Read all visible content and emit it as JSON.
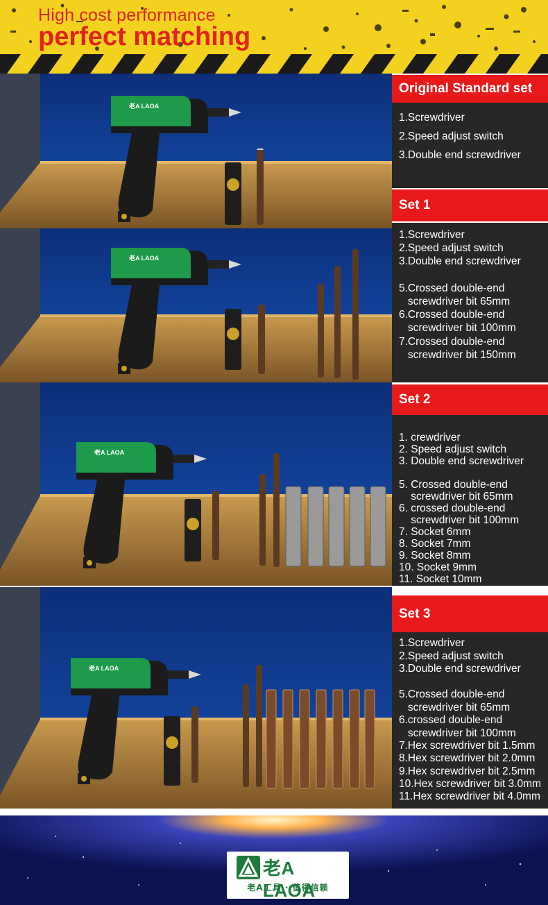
{
  "header": {
    "title_line1": "High cost performance",
    "title_line2": "perfect matching"
  },
  "colors": {
    "accent_red": "#e8191b",
    "banner_yellow": "#f3d21f",
    "panel_dark": "#272727",
    "tool_green": "#1d9a4a"
  },
  "sets": [
    {
      "title": "Original Standard set",
      "items": [
        "1.Screwdriver",
        "2.Speed adjust switch",
        "3.Double end screwdriver"
      ]
    },
    {
      "title": "Set 1",
      "items": [
        "1.Screwdriver",
        "2.Speed adjust switch",
        "3.Double end screwdriver",
        "5.Crossed double-end",
        "   screwdriver bit 65mm",
        "6.Crossed double-end",
        "   screwdriver bit 100mm",
        "7.Crossed double-end",
        "   screwdriver bit 150mm"
      ]
    },
    {
      "title": "Set 2",
      "items": [
        "1. crewdriver",
        "2. Speed adjust switch",
        "3. Double end screwdriver",
        "5. Crossed double-end",
        "    screwdriver bit 65mm",
        "6. crossed double-end",
        "    screwdriver bit 100mm",
        "7. Socket 6mm",
        "8. Socket 7mm",
        "9. Socket 8mm",
        "10. Socket 9mm",
        "11. Socket 10mm"
      ]
    },
    {
      "title": "Set 3",
      "items": [
        "1.Screwdriver",
        "2.Speed adjust switch",
        "3.Double end screwdriver",
        "5.Crossed double-end",
        "   screwdriver bit 65mm",
        "6.crossed double-end",
        "   screwdriver bit 100mm",
        "7.Hex screwdriver bit 1.5mm",
        "8.Hex screwdriver bit 2.0mm",
        "9.Hex screwdriver bit 2.5mm",
        "10.Hex screwdriver bit 3.0mm",
        "11.Hex screwdriver bit 4.0mm"
      ]
    }
  ],
  "tool_label": "老A LAOA",
  "footer": {
    "brand": "老A LAOA",
    "slogan": "老A工具 · 值得信赖"
  }
}
